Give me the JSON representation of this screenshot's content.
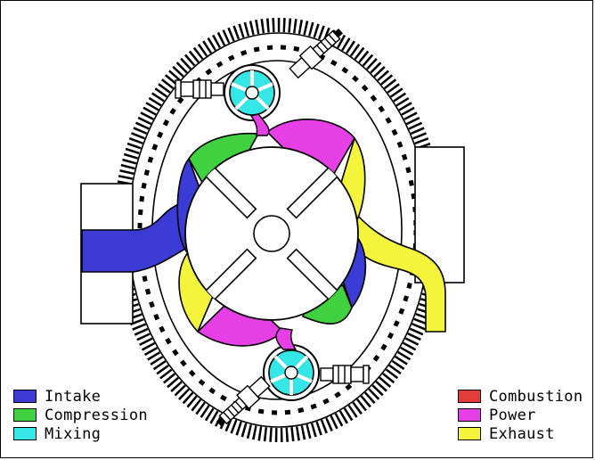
{
  "legend": {
    "left": [
      {
        "label": "Intake",
        "color": "#3b3bd6"
      },
      {
        "label": "Compression",
        "color": "#3fd13f"
      },
      {
        "label": "Mixing",
        "color": "#35e6e6"
      }
    ],
    "right": [
      {
        "label": "Combustion",
        "color": "#e43b3b"
      },
      {
        "label": "Power",
        "color": "#e63fe6"
      },
      {
        "label": "Exhaust",
        "color": "#f4f43c"
      }
    ]
  },
  "colors": {
    "outline": "#000000",
    "background": "#ffffff",
    "intake": "#3b3bd6",
    "compression": "#3fd13f",
    "mixing": "#35e6e6",
    "combustion": "#e43b3b",
    "power": "#e63fe6",
    "exhaust": "#f4f43c"
  }
}
